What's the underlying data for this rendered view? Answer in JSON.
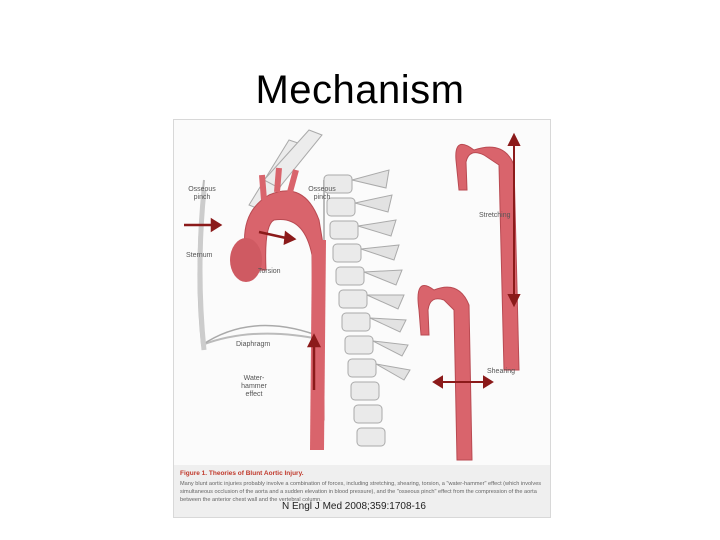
{
  "slide": {
    "title": "Mechanism"
  },
  "figure": {
    "labels": {
      "osseous_pinch_left": "Osseous pinch",
      "osseous_pinch_right": "Osseous pinch",
      "sternum": "Sternum",
      "torsion": "Torsion",
      "diaphragm": "Diaphragm",
      "water_hammer": "Water-hammer effect",
      "stretching": "Stretching",
      "shearing": "Shearing"
    },
    "caption_title": "Figure 1. Theories of Blunt Aortic Injury.",
    "caption_text": "Many blunt aortic injuries probably involve a combination of forces, including stretching, shearing, torsion, a \"water-hammer\" effect (which involves simultaneous occlusion of the aorta and a sudden elevation in blood pressure), and the \"osseous pinch\" effect from the compression of the aorta between the anterior chest wall and the vertebral column."
  },
  "citation": "N Engl J Med 2008;359:1708-16",
  "colors": {
    "aorta": "#d9646c",
    "arrow": "#8b1a1a",
    "bone": "#e6e6e6"
  }
}
